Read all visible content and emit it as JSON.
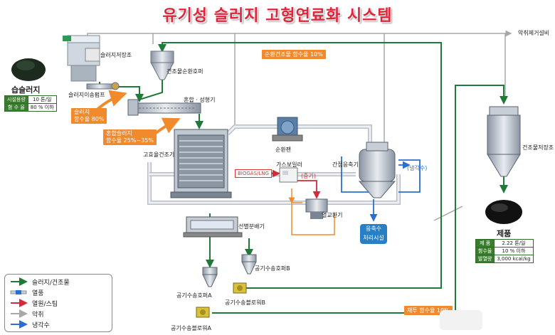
{
  "title": "유기성 슬러지 고형연료화 시스템",
  "labels": {
    "sludge_storage": "슬러지저장조",
    "sludge_pump": "슬러지이송펌프",
    "dry_hopper": "건조물순환호퍼",
    "mixer": "혼합 · 성형기",
    "dryer": "고효율건조기",
    "fan": "순환팬",
    "gas_boiler": "가스보일러",
    "condenser": "간접응축기",
    "heat_exchanger": "열교환기",
    "separator": "선별분배기",
    "hopper_b": "공기수송호퍼B",
    "hopper_a": "공기수송호퍼A",
    "blower_b": "공기수송블로워B",
    "blower_a": "공기수송블로워A",
    "odor": "악취제거설비",
    "product_storage": "건조물저장조",
    "biogas": "BIOGAS/LNG",
    "steam": "(증기)",
    "cooling": "(냉각수)",
    "condensate": "응축수\n처리시설"
  },
  "orange_labels": {
    "recycled": "순환건조물 함수율 10%",
    "sludge": "슬러지\n함수율 80%",
    "mixed": "혼합슬러지\n함수율 25%~35%",
    "return": "재투 함수율 10%"
  },
  "wet_sludge": {
    "name": "습슬러지",
    "rows": [
      {
        "k": "시설용량",
        "v": "10 톤/일"
      },
      {
        "k": "함 수 율",
        "v": "80 % 이하"
      }
    ]
  },
  "product": {
    "name": "제품",
    "rows": [
      {
        "k": "제 품",
        "v": "2.22 톤/일"
      },
      {
        "k": "함수율",
        "v": "10 % 이하"
      },
      {
        "k": "발열량",
        "v": "3,000 kcal/kg"
      }
    ]
  },
  "legend": [
    {
      "label": "슬러지/건조물",
      "color": "#1f7a3a",
      "style": "arrow"
    },
    {
      "label": "열풍",
      "color": "#9aa4b2",
      "style": "pipe"
    },
    {
      "label": "열원/스팀",
      "color": "#d42a3a",
      "style": "arrow"
    },
    {
      "label": "악취",
      "color": "#a8a8a8",
      "style": "arrow"
    },
    {
      "label": "냉각수",
      "color": "#2a6fd1",
      "style": "arrow"
    }
  ],
  "colors": {
    "sludge": "#1f7a3a",
    "hot_air": "#c8ccd4",
    "heat": "#d42a3a",
    "odor": "#a8a8a8",
    "cooling": "#2a6fd1",
    "orange": "#f08a2c"
  }
}
